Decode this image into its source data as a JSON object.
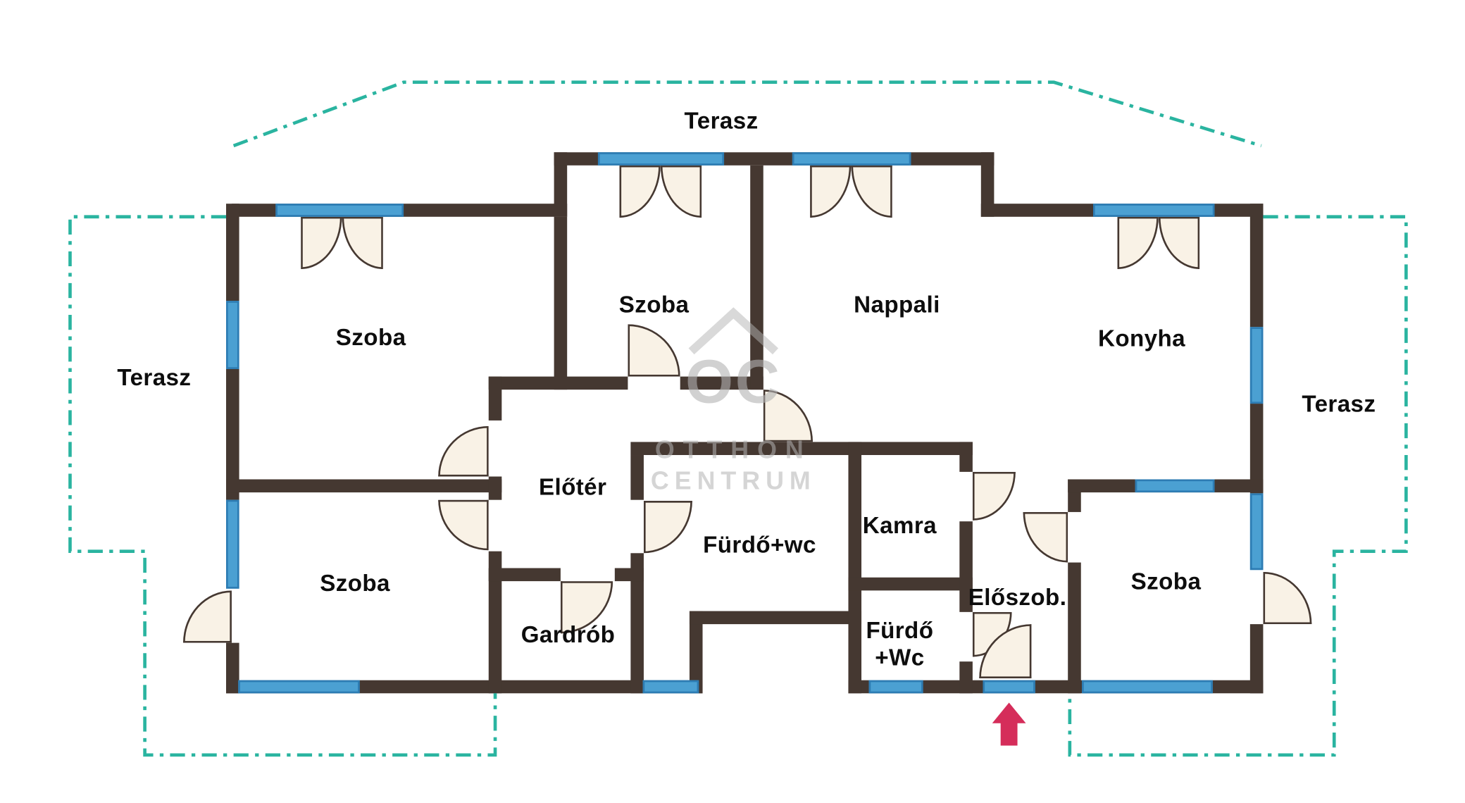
{
  "colors": {
    "wall": "#453831",
    "window_fill": "#4ba0d2",
    "window_border": "#2d7cb3",
    "terrace_line": "#2ab4a0",
    "door_fill": "#f9f2e6",
    "arrow": "#d52d5a",
    "label": "#0d0d0d",
    "watermark": "#b3b3b3",
    "background": "#ffffff"
  },
  "terraces": {
    "top": "Terasz",
    "left": "Terasz",
    "right": "Terasz"
  },
  "rooms": {
    "szoba_top_left": "Szoba",
    "szoba_top_middle": "Szoba",
    "nappali": "Nappali",
    "konyha": "Konyha",
    "eloter": "Előtér",
    "furdo_wc": "Fürdő+wc",
    "kamra": "Kamra",
    "szoba_bottom_left": "Szoba",
    "gardrob": "Gardrób",
    "furdo_wc_small": "Fürdő\n+Wc",
    "eloszoba": "Előszob.",
    "szoba_right": "Szoba"
  },
  "watermark": {
    "monogram": "OC",
    "line1": "OTTHON",
    "line2": "CENTRUM"
  },
  "entrance": {
    "direction": "up"
  }
}
